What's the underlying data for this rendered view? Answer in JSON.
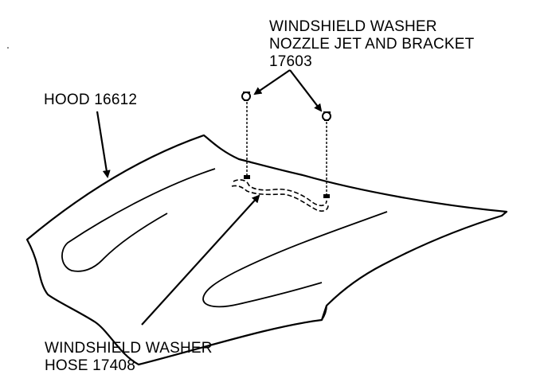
{
  "callouts": {
    "nozzle": {
      "line1": "WINDSHIELD WASHER",
      "line2": "NOZZLE JET AND BRACKET",
      "line3": "17603"
    },
    "hood": {
      "line1": "HOOD 16612"
    },
    "hose": {
      "line1": "WINDSHIELD WASHER",
      "line2": "HOSE 17408"
    }
  },
  "colors": {
    "ink": "#000000",
    "paper": "#ffffff"
  }
}
